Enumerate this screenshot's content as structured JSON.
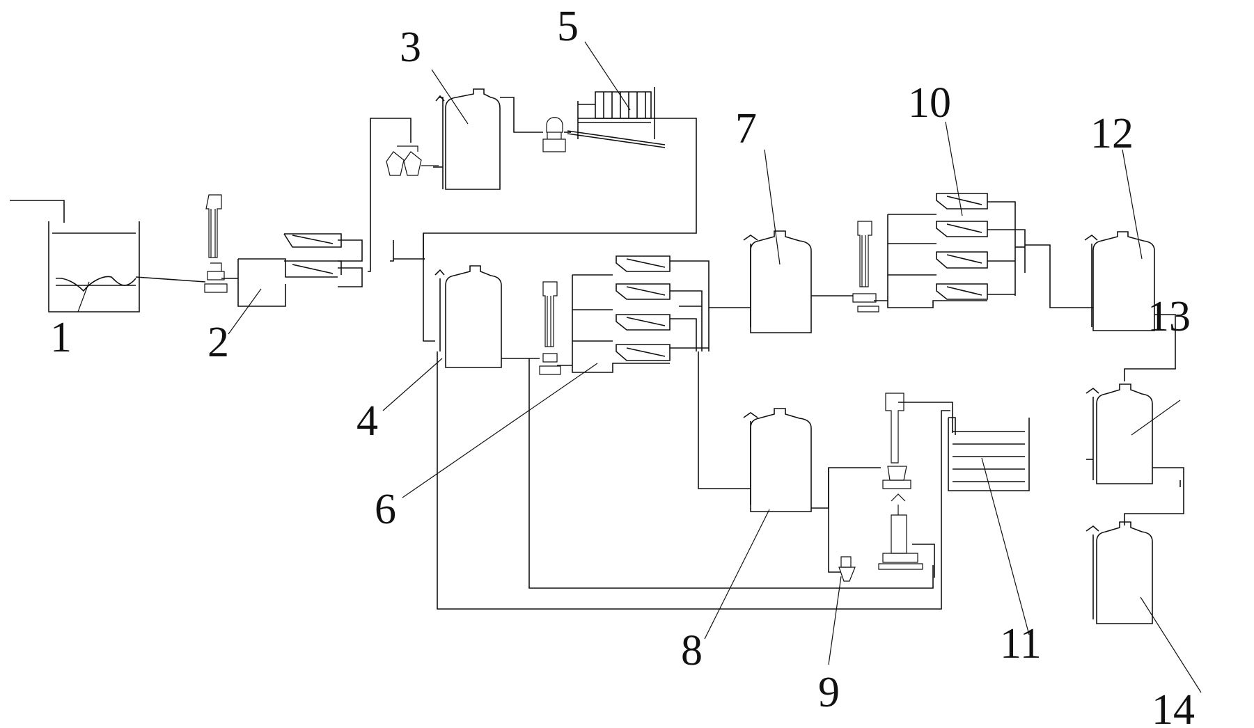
{
  "labels": {
    "l1": "1",
    "l2": "2",
    "l3": "3",
    "l4": "4",
    "l5": "5",
    "l6": "6",
    "l7": "7",
    "l8": "8",
    "l9": "9",
    "l10": "10",
    "l11": "11",
    "l12": "12",
    "l13": "13",
    "l14": "14"
  },
  "colors": {
    "line": "#111111",
    "background": "#ffffff"
  }
}
